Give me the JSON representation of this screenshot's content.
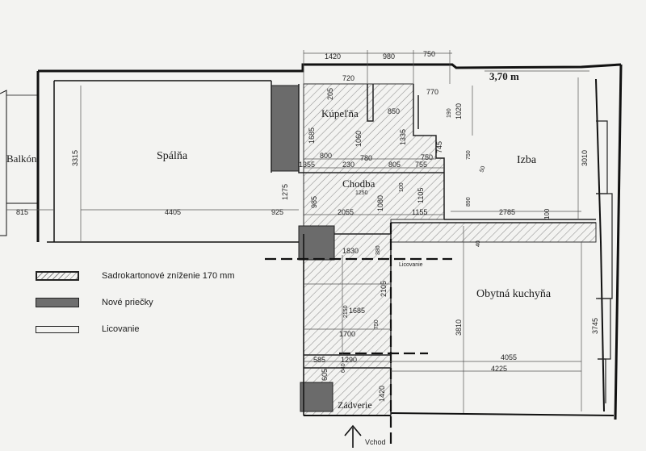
{
  "rooms": {
    "balkon": "Balkón",
    "spalna": "Spálňa",
    "kupelna": "Kúpeľňa",
    "chodba": "Chodba",
    "izba": "Izba",
    "kuchyna": "Obytná kuchyňa",
    "zadverie": "Zádverie"
  },
  "width_label": "3,70 m",
  "dimensions": {
    "d1420": "1420",
    "d980": "980",
    "d750": "750",
    "d720": "720",
    "d205": "205",
    "d770": "770",
    "d1020": "1020",
    "d190": "190",
    "d850": "850",
    "d1685": "1685",
    "d1060": "1060",
    "d1335": "1335",
    "d750b": "750",
    "d745": "745",
    "d800": "800",
    "d780": "780",
    "d1355": "1355",
    "d230": "230",
    "d805": "805",
    "d755": "755",
    "d750c": "750",
    "d50": "50",
    "d3315": "3315",
    "d3010": "3010",
    "d1275": "1275",
    "d985": "985",
    "d1250": "1250",
    "d100": "100",
    "d1080": "1080",
    "d1105": "1105",
    "d890": "890",
    "d815": "815",
    "d4405": "4405",
    "d925": "925",
    "d2055": "2055",
    "d1155": "1155",
    "d2785": "2785",
    "d100b": "100",
    "d40": "40",
    "d1830": "1830",
    "d380": "380",
    "d2105": "2105",
    "d3810": "3810",
    "d3745": "3745",
    "d2150": "2150",
    "d1685b": "1685",
    "d1700": "1700",
    "d750d": "750",
    "d585": "585",
    "d1290": "1290",
    "d4055": "4055",
    "d605": "605",
    "d640": "640",
    "d1420b": "1420",
    "d4225": "4225",
    "licovanie": "Licovanie"
  },
  "entrance_label": "Vchod",
  "legend": [
    {
      "label": "Sadrokartonové zníženie  170 mm",
      "style": "hatch"
    },
    {
      "label": "Nové priečky",
      "style": "solid"
    },
    {
      "label": "Licovanie",
      "style": "line"
    }
  ]
}
